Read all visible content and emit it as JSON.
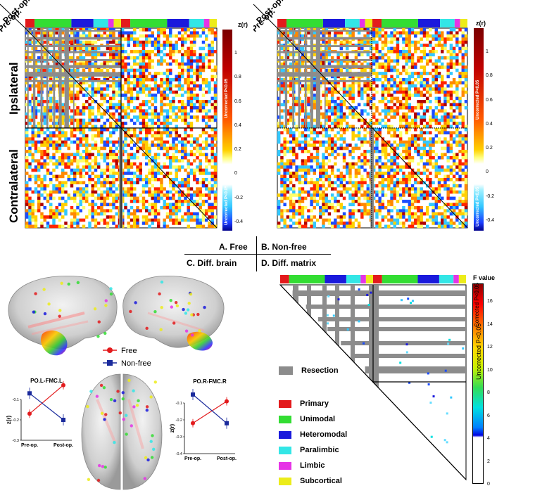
{
  "matrixA": {
    "corner_post": "Post-op.",
    "corner_pre": "Pre-op.",
    "row_label_top": "Ipslateral",
    "row_label_bottom": "Contralateral",
    "colorbar": {
      "title": "z(r)",
      "ticks": [
        "1",
        "0.8",
        "0.6",
        "0.4",
        "0.2",
        "0",
        "-0.2",
        "-0.4"
      ],
      "sig_label_top": "Uncorrected P<0.05",
      "sig_label_bottom": "Uncorrected P<0.05"
    }
  },
  "matrixB": {
    "corner_post": "Post-op.",
    "corner_pre": "Pre-op.",
    "colorbar": {
      "title": "z(r)",
      "ticks": [
        "1",
        "0.8",
        "0.6",
        "0.4",
        "0.2",
        "0",
        "-0.2",
        "-0.4"
      ],
      "sig_label_top": "Uncorrected P<0.05",
      "sig_label_bottom": "Uncorrected P<0.05"
    }
  },
  "panels": {
    "a": "A. Free",
    "b": "B. Non-free",
    "c": "C. Diff. brain",
    "d": "D. Diff. matrix"
  },
  "matrixD": {
    "colorbar": {
      "title": "F value",
      "ticks": [
        "16",
        "14",
        "12",
        "10",
        "8",
        "6",
        "4",
        "2",
        "0"
      ],
      "corrected_label": "Corrected P<0.05",
      "uncorrected_label": "Uncorrected P<0.05"
    }
  },
  "legend_groups": {
    "free": "Free",
    "nonfree": "Non-free"
  },
  "network_legend": {
    "resection": "Resection",
    "items": [
      {
        "label": "Primary",
        "color": "#e31a1c"
      },
      {
        "label": "Unimodal",
        "color": "#33dd33"
      },
      {
        "label": "Heteromodal",
        "color": "#1a1adc"
      },
      {
        "label": "Paralimbic",
        "color": "#33e6e6"
      },
      {
        "label": "Limbic",
        "color": "#e633e6"
      },
      {
        "label": "Subcortical",
        "color": "#ecec1a"
      }
    ]
  },
  "strip_colors": [
    "#e31a1c",
    "#33dd33",
    "#1a1adc",
    "#33e6e6",
    "#e633e6",
    "#ecec1a"
  ],
  "plots": [
    {
      "title": "PO.L-FMC.L",
      "ylabel": "z(r)",
      "yticks": [
        "-0.1",
        "-0.2",
        "-0.3"
      ],
      "xticks": [
        "Pre-op.",
        "Post-op."
      ],
      "ylim": [
        -0.3,
        -0.1
      ],
      "free": [
        -0.17,
        -0.03
      ],
      "nonfree": [
        -0.07,
        -0.2
      ]
    },
    {
      "title": "PO.R-FMC.R",
      "ylabel": "z(r)",
      "yticks": [
        "-0.1",
        "-0.2",
        "-0.3",
        "-0.4"
      ],
      "xticks": [
        "Pre-op.",
        "Post-op."
      ],
      "ylim": [
        -0.4,
        -0.1
      ],
      "free": [
        -0.22,
        -0.09
      ],
      "nonfree": [
        -0.05,
        -0.22
      ]
    }
  ]
}
